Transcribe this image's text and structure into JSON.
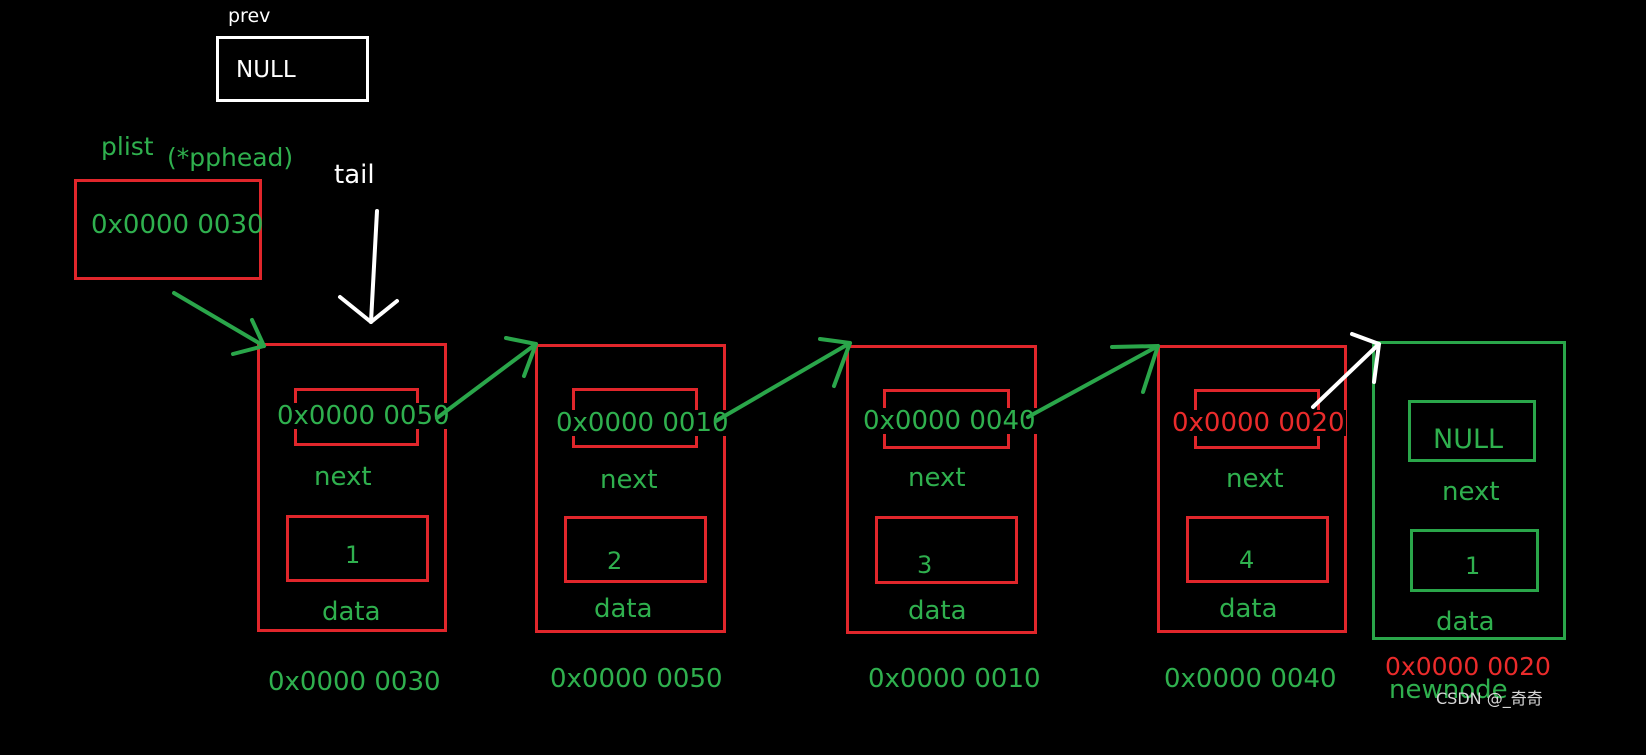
{
  "prev": {
    "label": "prev",
    "value": "NULL"
  },
  "plist": {
    "label": "plist",
    "alias": "(*pphead)",
    "value": "0x0000 0030"
  },
  "tail": {
    "label": "tail"
  },
  "nodes": [
    {
      "next": "0x0000 0050",
      "next_label": "next",
      "data": "1",
      "data_label": "data",
      "address": "0x0000 0030"
    },
    {
      "next": "0x0000 0010",
      "next_label": "next",
      "data": "2",
      "data_label": "data",
      "address": "0x0000 0050"
    },
    {
      "next": "0x0000 0040",
      "next_label": "next",
      "data": "3",
      "data_label": "data",
      "address": "0x0000 0010"
    },
    {
      "next": "0x0000 0020",
      "next_label": "next",
      "data": "4",
      "data_label": "data",
      "address": "0x0000 0040"
    }
  ],
  "newnode": {
    "next": "NULL",
    "next_label": "next",
    "data": "1",
    "data_label": "data",
    "address": "0x0000 0020",
    "label": "newnode"
  },
  "watermark": "CSDN @_奇奇",
  "colors": {
    "red": "#e0262b",
    "green": "#2aa64a",
    "white": "#ffffff",
    "background": "#000000"
  }
}
